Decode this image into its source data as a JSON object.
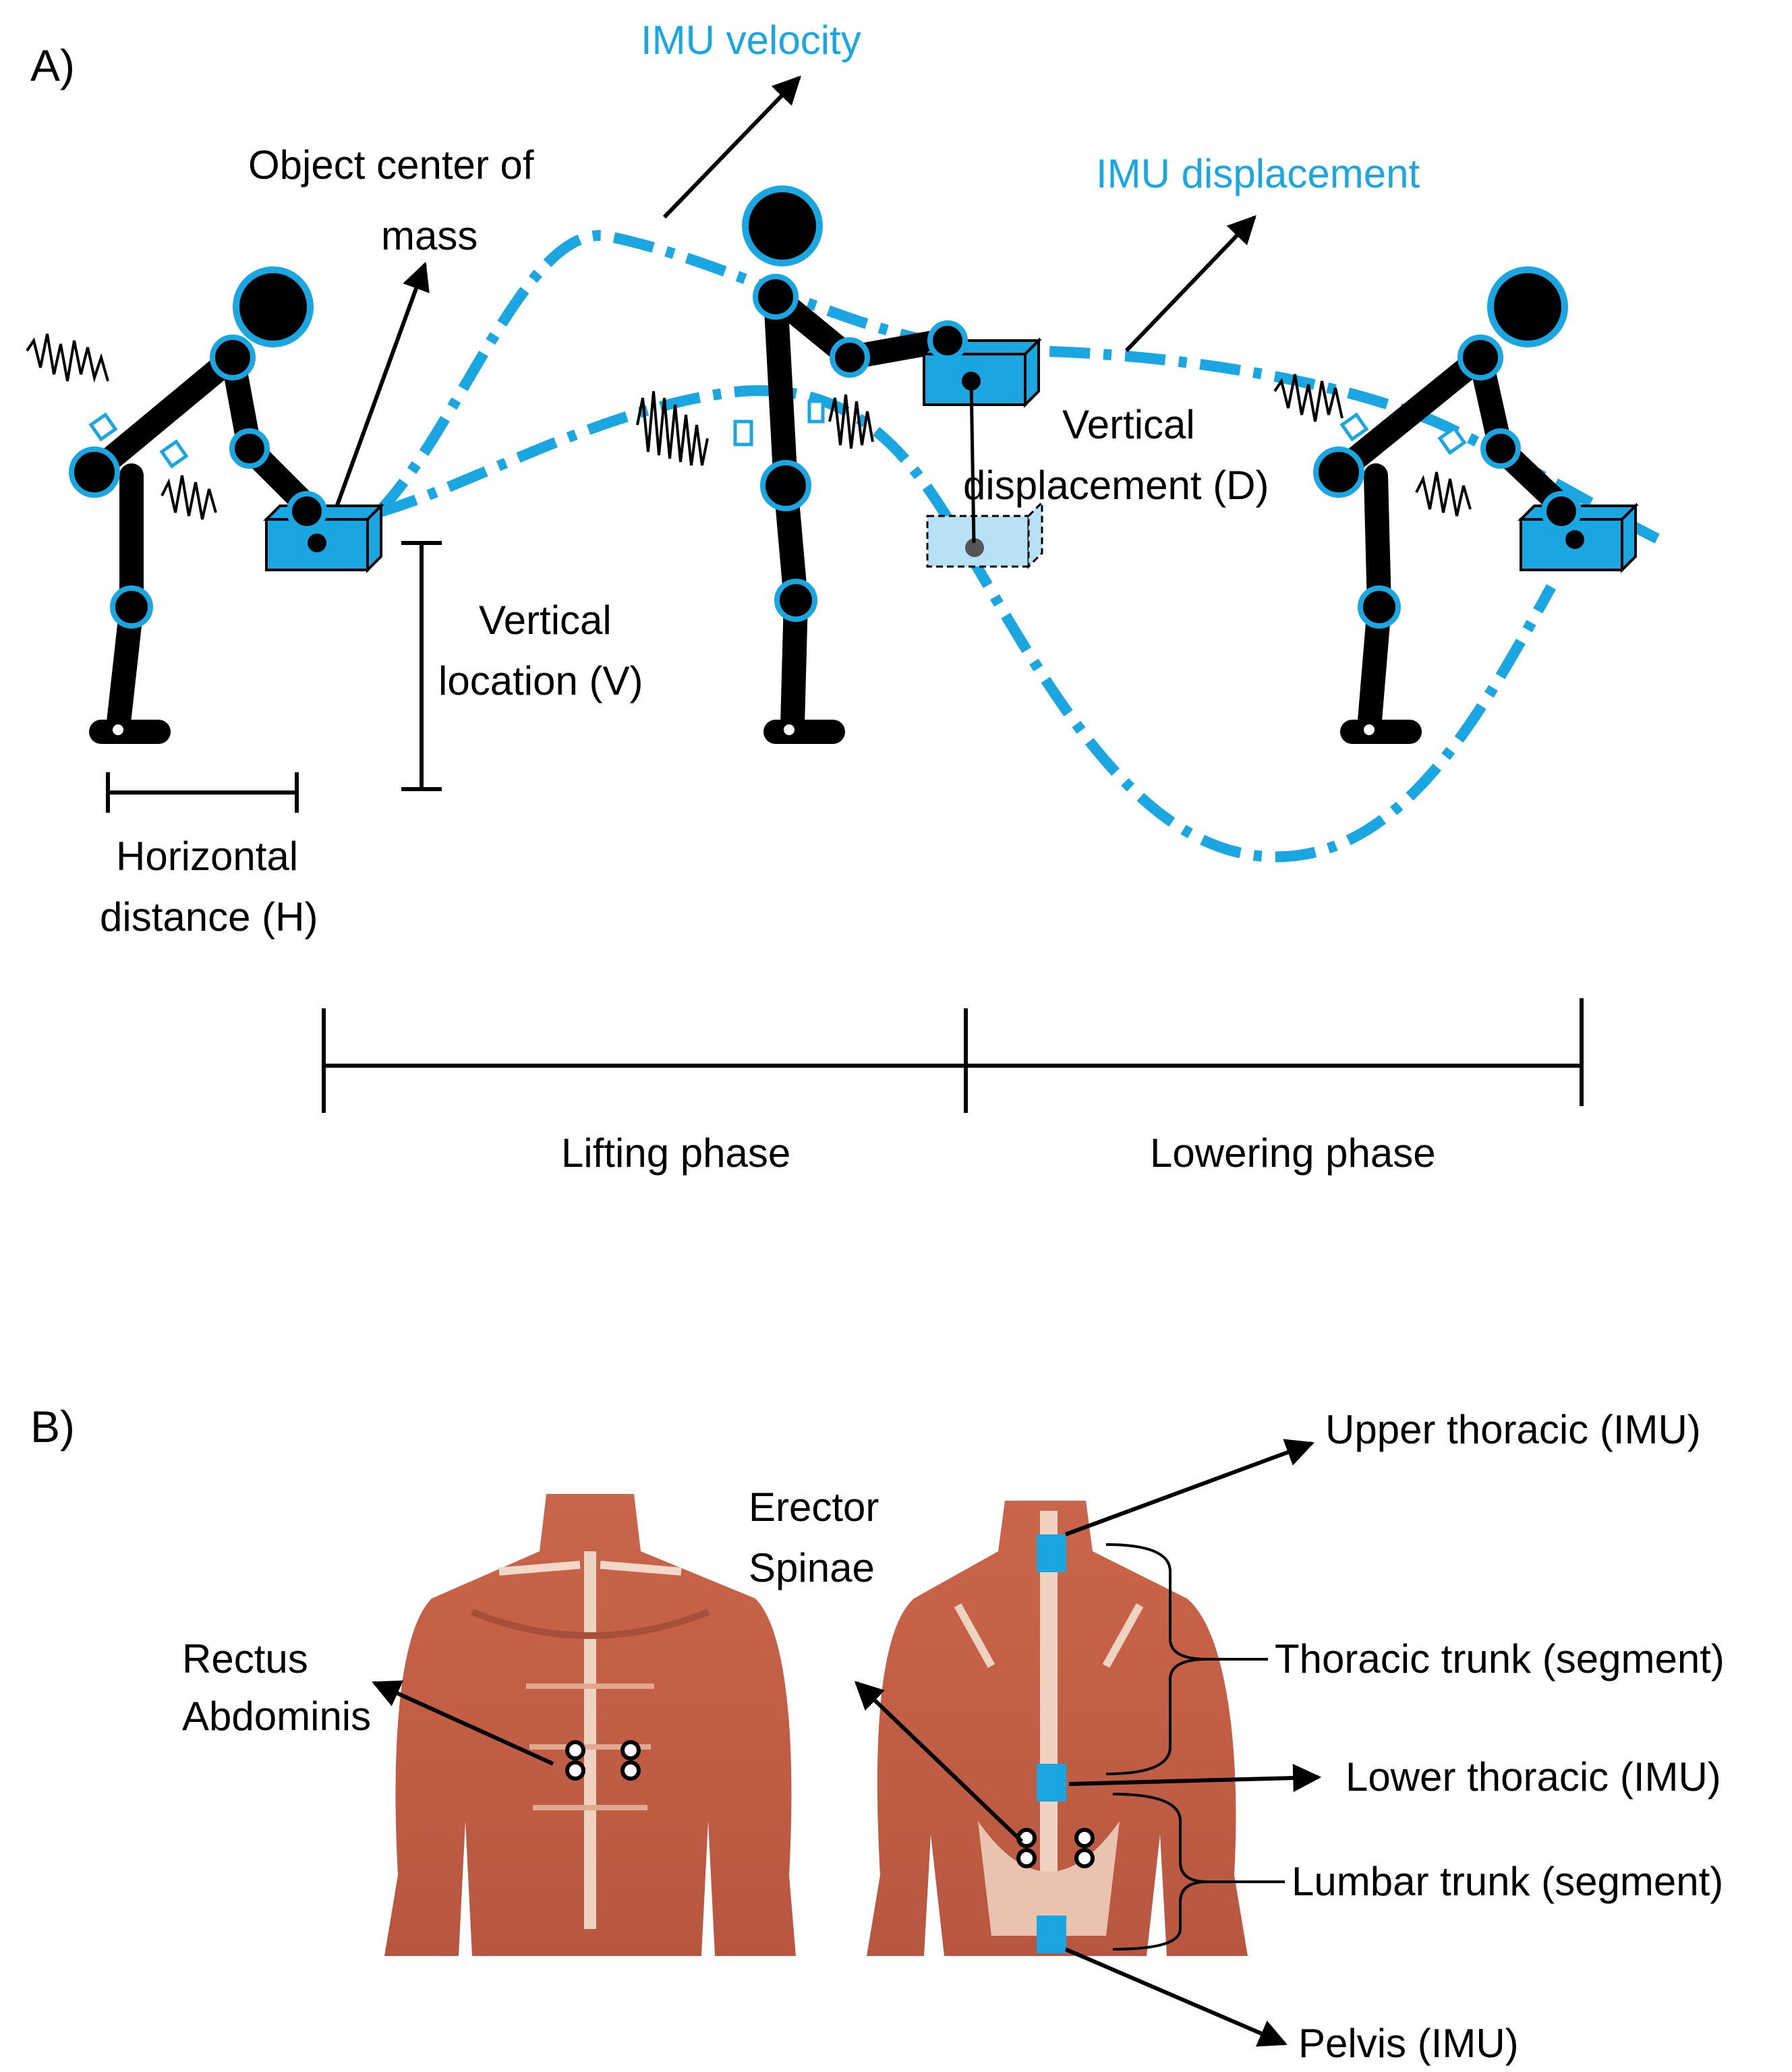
{
  "panel_a": {
    "label": "A)",
    "imu_velocity": "IMU velocity",
    "imu_displacement": "IMU displacement",
    "object_com_line1": "Object center of",
    "object_com_line2": "mass",
    "vertical_disp_line1": "Vertical",
    "vertical_disp_line2": "displacement (D)",
    "vertical_loc_line1": "Vertical",
    "vertical_loc_line2": "location (V)",
    "horizontal_line1": "Horizontal",
    "horizontal_line2": "distance (H)",
    "lifting_phase": "Lifting phase",
    "lowering_phase": "Lowering phase"
  },
  "panel_b": {
    "label": "B)",
    "rectus_line1": "Rectus",
    "rectus_line2": "Abdominis",
    "erector_line1": "Erector",
    "erector_line2": "Spinae",
    "upper_thoracic": "Upper thoracic (IMU)",
    "thoracic_trunk": "Thoracic trunk (segment)",
    "lower_thoracic": "Lower thoracic (IMU)",
    "lumbar_trunk": "Lumbar trunk (segment)",
    "pelvis": "Pelvis (IMU)"
  },
  "colors": {
    "imu_blue": "#1aa6e0",
    "muscle": "#c8664a",
    "skin_light": "#e9b9a2",
    "figure_black": "#000000"
  }
}
